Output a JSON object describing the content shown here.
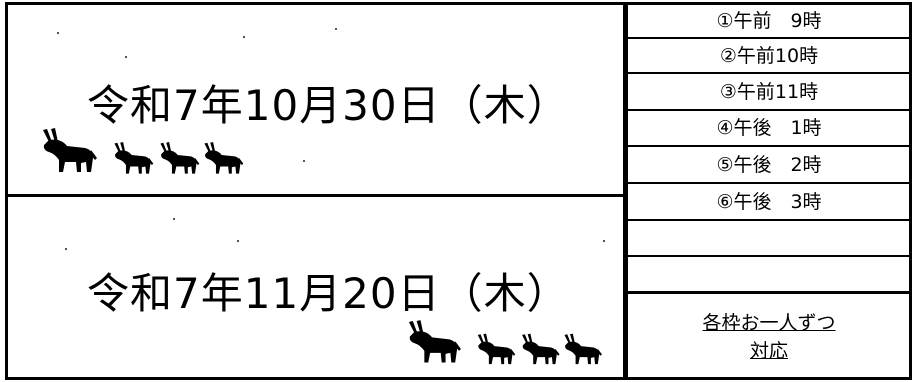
{
  "dates": [
    {
      "label": "令和7年10月30日（木）"
    },
    {
      "label": "令和7年11月20日（木）"
    }
  ],
  "slots": [
    {
      "label": "①午前　9時"
    },
    {
      "label": "②午前10時"
    },
    {
      "label": "③午前11時"
    },
    {
      "label": "④午後　1時"
    },
    {
      "label": "⑤午後　2時"
    },
    {
      "label": "⑥午後　3時"
    }
  ],
  "note": {
    "line1": "各枠お一人ずつ",
    "line2": "対応"
  },
  "icons": [
    "donkey-icon"
  ]
}
